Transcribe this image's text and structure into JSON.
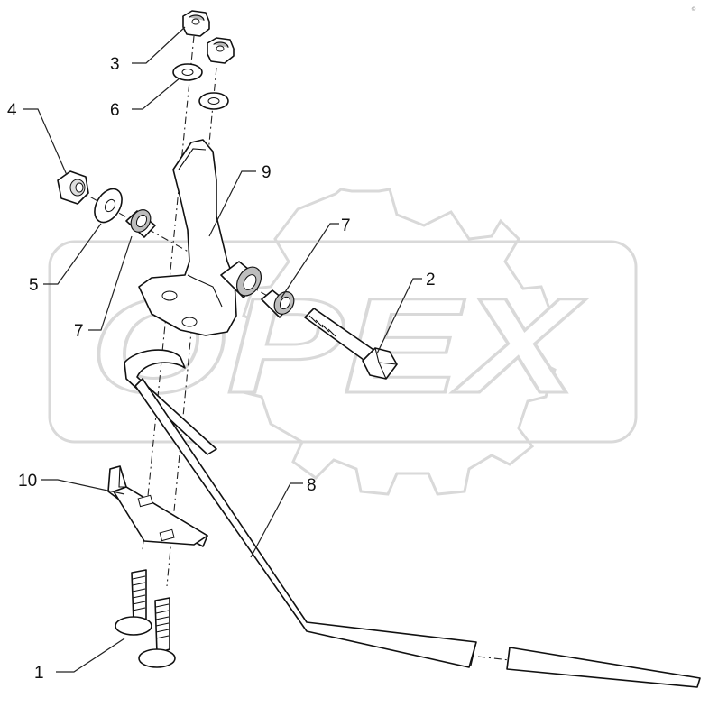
{
  "watermark": {
    "text": "OPEX"
  },
  "corner_mark": "© ",
  "callouts": [
    {
      "id": "c1",
      "text": "1"
    },
    {
      "id": "c2",
      "text": "2"
    },
    {
      "id": "c3",
      "text": "3"
    },
    {
      "id": "c4",
      "text": "4"
    },
    {
      "id": "c5",
      "text": "5"
    },
    {
      "id": "c6",
      "text": "6"
    },
    {
      "id": "c7a",
      "text": "7"
    },
    {
      "id": "c7b",
      "text": "7"
    },
    {
      "id": "c8",
      "text": "8"
    },
    {
      "id": "c9",
      "text": "9"
    },
    {
      "id": "c10",
      "text": "10"
    }
  ]
}
